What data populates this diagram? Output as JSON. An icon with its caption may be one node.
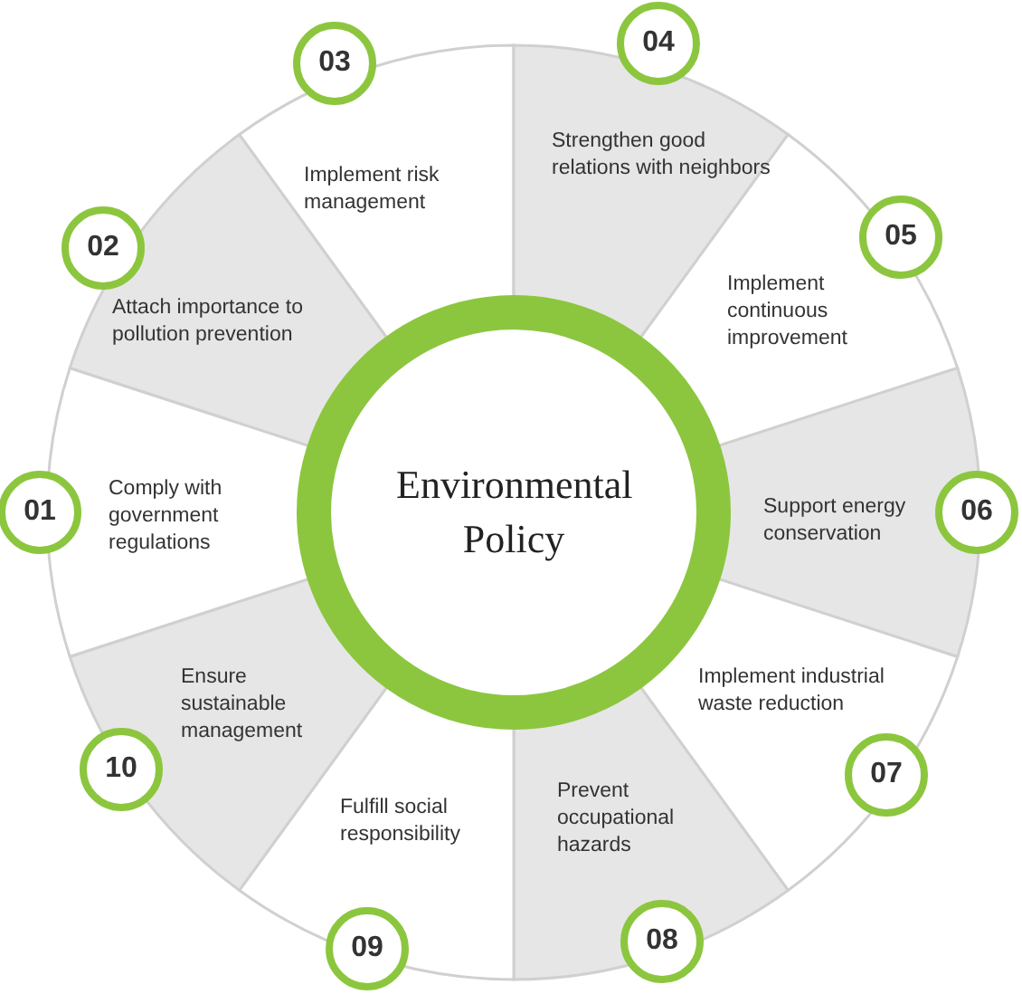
{
  "diagram": {
    "nodes": [
      {
        "text": [
          "Environmental Policy"
        ]
      },
      {
        "text": [
          "01"
        ]
      },
      {
        "text": [
          "Comply with government regulations"
        ]
      },
      {
        "text": [
          "02"
        ]
      },
      {
        "text": [
          "Attach importance to pollution prevention"
        ]
      },
      {
        "text": [
          "03"
        ]
      },
      {
        "text": [
          "Implement risk management"
        ]
      },
      {
        "text": [
          "04"
        ]
      },
      {
        "text": [
          "Strengthen good relations with neighbors"
        ]
      },
      {
        "text": [
          "05"
        ]
      },
      {
        "text": [
          "Implement continuous improvement"
        ]
      },
      {
        "text": [
          "06"
        ]
      },
      {
        "text": [
          "Support energy conservation"
        ]
      },
      {
        "text": [
          "07"
        ]
      },
      {
        "text": [
          "Implement industrial waste reduction"
        ]
      },
      {
        "text": [
          "08"
        ]
      },
      {
        "text": [
          "Prevent occupational hazards"
        ]
      },
      {
        "text": [
          "09"
        ]
      },
      {
        "text": [
          "Fulfill social responsibility"
        ]
      },
      {
        "text": [
          "10"
        ]
      },
      {
        "text": [
          "Ensure sustainable management"
        ]
      }
    ]
  }
}
